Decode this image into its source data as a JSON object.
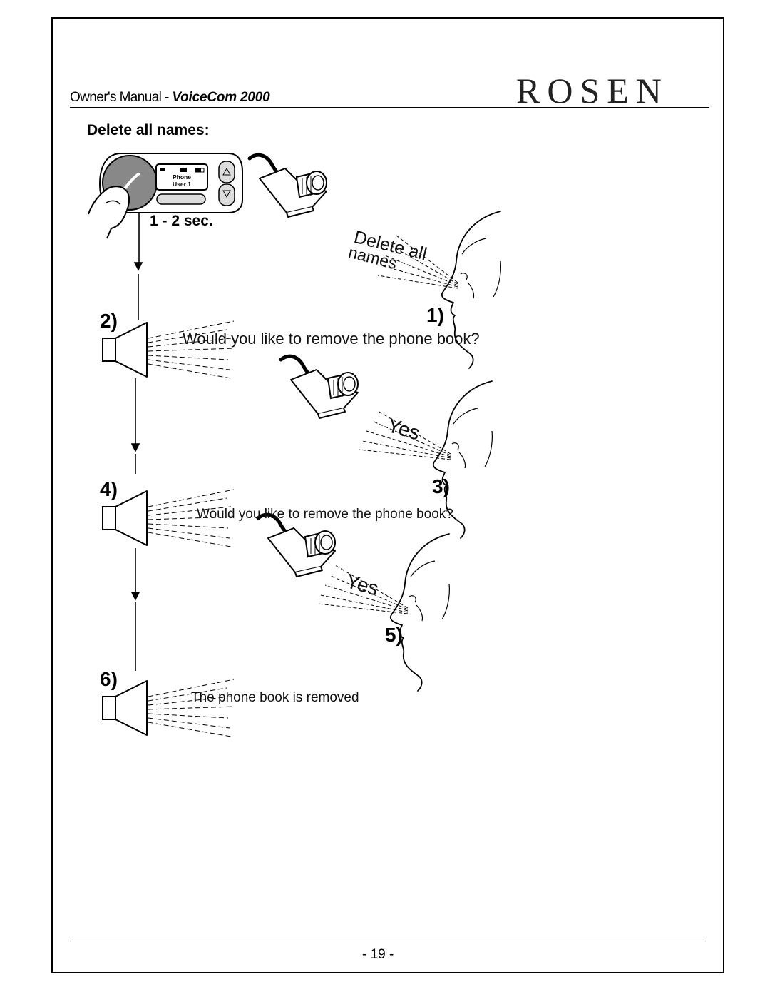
{
  "header": {
    "manual_label": "Owner's Manual - ",
    "model_name": "VoiceCom 2000",
    "brand": "ROSEN"
  },
  "section": {
    "title": "Delete all names:"
  },
  "device": {
    "screen_line1": "Phone",
    "screen_line2": "User 1"
  },
  "steps": {
    "hold_duration": "1 - 2 sec.",
    "step1": {
      "number": "1)",
      "spoken_line1": "Delete all",
      "spoken_line2": "names"
    },
    "step2": {
      "number": "2)",
      "prompt": "Would you like to remove the phone book?"
    },
    "step3": {
      "number": "3)",
      "spoken": "Yes"
    },
    "step4": {
      "number": "4)",
      "prompt": "Would you like to remove the phone book?"
    },
    "step5": {
      "number": "5)",
      "spoken": "Yes"
    },
    "step6": {
      "number": "6)",
      "prompt": "The phone book is removed"
    }
  },
  "footer": {
    "page_number": "- 19 -"
  }
}
